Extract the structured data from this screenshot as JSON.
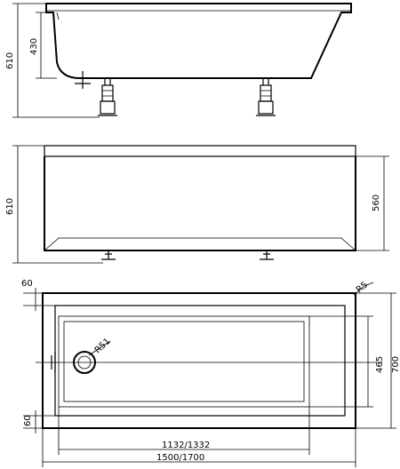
{
  "side_view": {
    "height_total": "610",
    "depth": "430"
  },
  "front_view": {
    "height_total": "610",
    "panel_height": "560"
  },
  "top_view": {
    "rim_top": "60",
    "rim_bottom": "60",
    "corner_radius": "R5",
    "drain_radius": "R51",
    "inner_width": "465",
    "outer_width": "700",
    "inner_length": "1132/1332",
    "outer_length": "1500/1700"
  }
}
